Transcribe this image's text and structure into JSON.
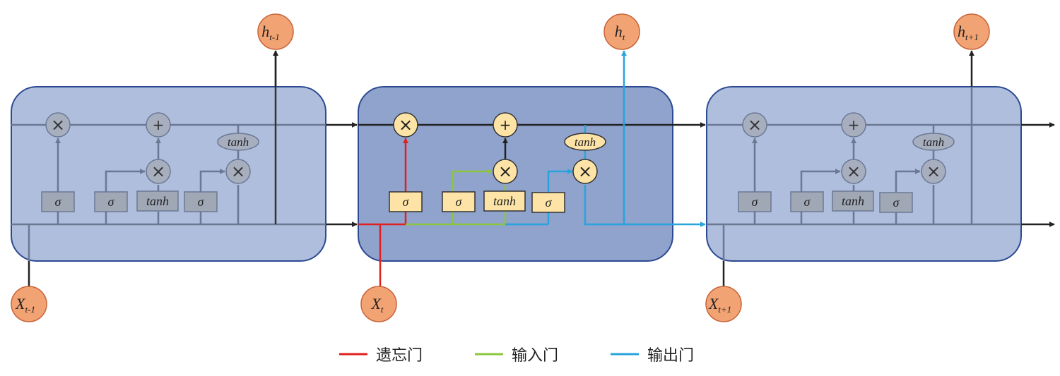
{
  "nodes": {
    "h_prev": {
      "base": "h",
      "sub": "t-1"
    },
    "h_cur": {
      "base": "h",
      "sub": "t"
    },
    "h_next": {
      "base": "h",
      "sub": "t+1"
    },
    "x_prev": {
      "base": "X",
      "sub": "t-1"
    },
    "x_cur": {
      "base": "X",
      "sub": "t"
    },
    "x_next": {
      "base": "X",
      "sub": "t+1"
    }
  },
  "ops": {
    "multiply": "×",
    "add": "+",
    "sigma": "σ",
    "tanh": "tanh"
  },
  "legend": [
    {
      "label": "遗忘门",
      "color": "#e02020"
    },
    {
      "label": "输入门",
      "color": "#8cc63e"
    },
    {
      "label": "输出门",
      "color": "#29a3dc"
    }
  ],
  "colors": {
    "cell_side": "#b0bedd",
    "cell_center": "#8fa3cc",
    "cell_border": "#2c4a92",
    "gate_box": "#a0a8b6",
    "gate_box_active": "#fde4a6",
    "node_circle": "#f2a373",
    "node_border": "#c8643a"
  }
}
